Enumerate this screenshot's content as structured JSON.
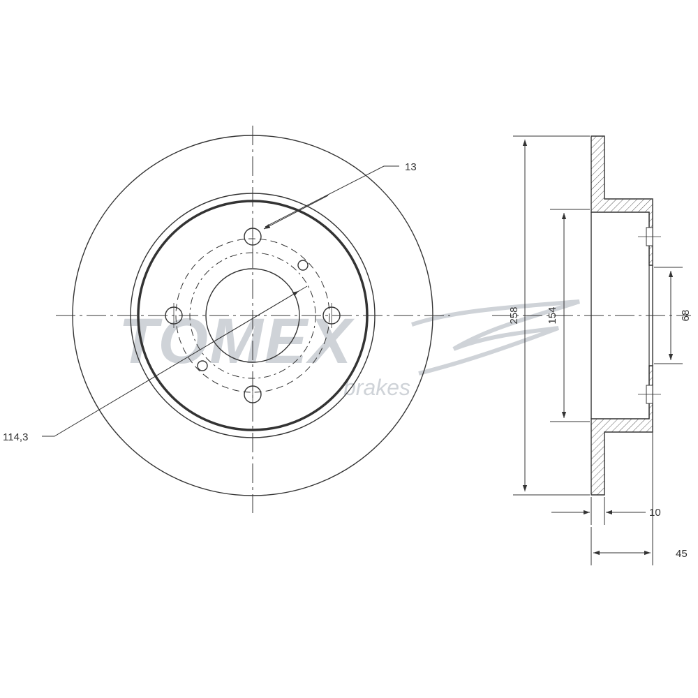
{
  "drawing": {
    "title": "",
    "line_color": "#333333",
    "watermark_color": "#cfd3d8"
  },
  "dimensions": {
    "bolt_hole_diameter": "13",
    "bolt_circle": "114,3",
    "outer_diameter": "258",
    "hat_diameter": "154",
    "center_bore": "68",
    "disc_thickness": "10",
    "overall_height": "45"
  },
  "watermark": {
    "brand": "TOMEX",
    "subtitle": "brakes"
  }
}
